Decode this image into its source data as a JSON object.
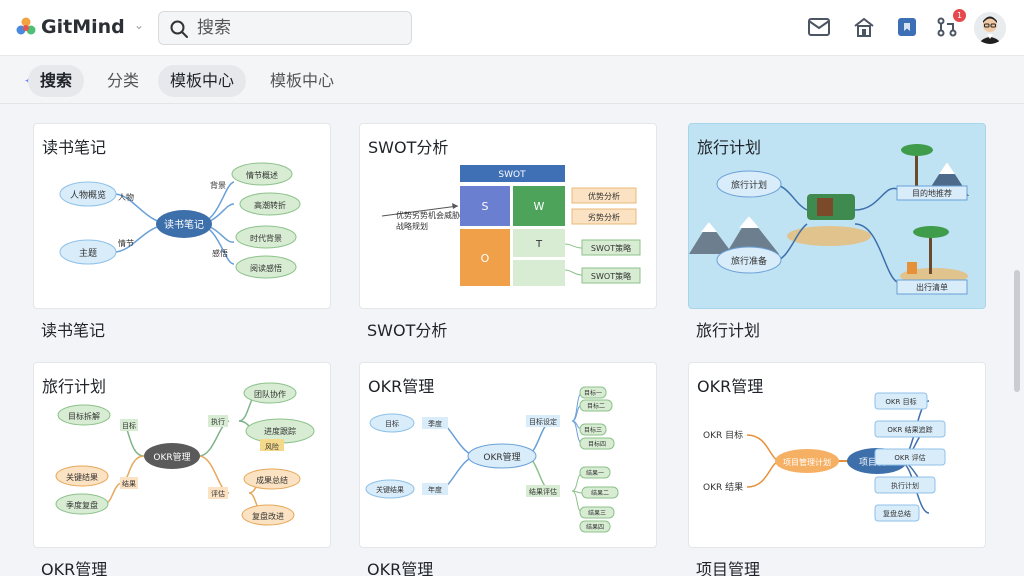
{
  "app": {
    "name": "GitMind"
  },
  "search": {
    "placeholder": "搜索"
  },
  "notifications": {
    "badge": "1"
  },
  "tabs": [
    {
      "label": "搜索",
      "active": true
    },
    {
      "label": "分类",
      "active": false
    },
    {
      "label": "模板中心",
      "active": true
    },
    {
      "label": "模板中心",
      "active": false
    }
  ],
  "cards": [
    {
      "title": "读书笔记",
      "caption": "读书笔记",
      "center": "读书笔记",
      "left_nodes": [
        "人物概览",
        "主题"
      ],
      "branch_labels": [
        "人物",
        "情节",
        "背景",
        "感悟"
      ],
      "right_nodes": [
        "情节概述",
        "高潮转折",
        "时代背景",
        "阅读感悟"
      ]
    },
    {
      "title": "SWOT分析",
      "caption": "SWOT分析",
      "header": "SWOT",
      "side_label_1": "优势劣势机会威胁",
      "side_label_2": "战略规划",
      "right_nodes": [
        "优势分析",
        "劣势分析",
        "SWOT策略",
        "SWOT策略"
      ],
      "cells": [
        "S",
        "W",
        "O",
        "T"
      ]
    },
    {
      "title": "旅行计划",
      "caption": "旅行计划",
      "nodes": [
        "旅行计划",
        "旅行准备"
      ],
      "boxes": [
        "目的地推荐",
        "出行清单"
      ]
    },
    {
      "title": "旅行计划",
      "caption": "OKR管理",
      "center": "OKR管理",
      "left_nodes": [
        "目标拆解",
        "关键结果",
        "季度复盘"
      ],
      "left_labels": [
        "目标",
        "结果"
      ],
      "right_labels": [
        "执行",
        "评估"
      ],
      "right_nodes": [
        "团队协作",
        "进度跟踪",
        "风险",
        "成果总结",
        "复盘改进"
      ]
    },
    {
      "title": "OKR管理",
      "caption": "OKR管理",
      "center": "OKR管理",
      "left_nodes": [
        "目标",
        "关键结果"
      ],
      "left_labels": [
        "季度",
        "年度"
      ],
      "branch_labels": [
        "目标设定",
        "结果评估"
      ],
      "right_nodes": [
        "目标一",
        "目标二",
        "目标三",
        "目标四",
        "结果一",
        "结果二",
        "结果三",
        "结果四"
      ]
    },
    {
      "title": "OKR管理",
      "caption": "项目管理",
      "input_labels": [
        "OKR 目标",
        "OKR 结果"
      ],
      "source": "项目管理计划",
      "center": "项目管理",
      "right_nodes": [
        "OKR 目标",
        "OKR 结果追踪",
        "OKR 评估",
        "执行计划",
        "复盘总结"
      ]
    }
  ],
  "colors": {
    "accent": "#4a7bd0",
    "node_green": "#d7ecd3",
    "node_blue": "#d9ecf9",
    "node_orange": "#fbe2c2",
    "center_blue": "#3d6faa",
    "center_dark": "#5a5a5a",
    "travel_bg": "#bfe3f3"
  },
  "icons": [
    "gitmind-logo-icon",
    "chevron-down-icon",
    "search-icon",
    "mail-icon",
    "home-icon",
    "bookmark-icon",
    "share-icon",
    "avatar",
    "back-icon"
  ]
}
